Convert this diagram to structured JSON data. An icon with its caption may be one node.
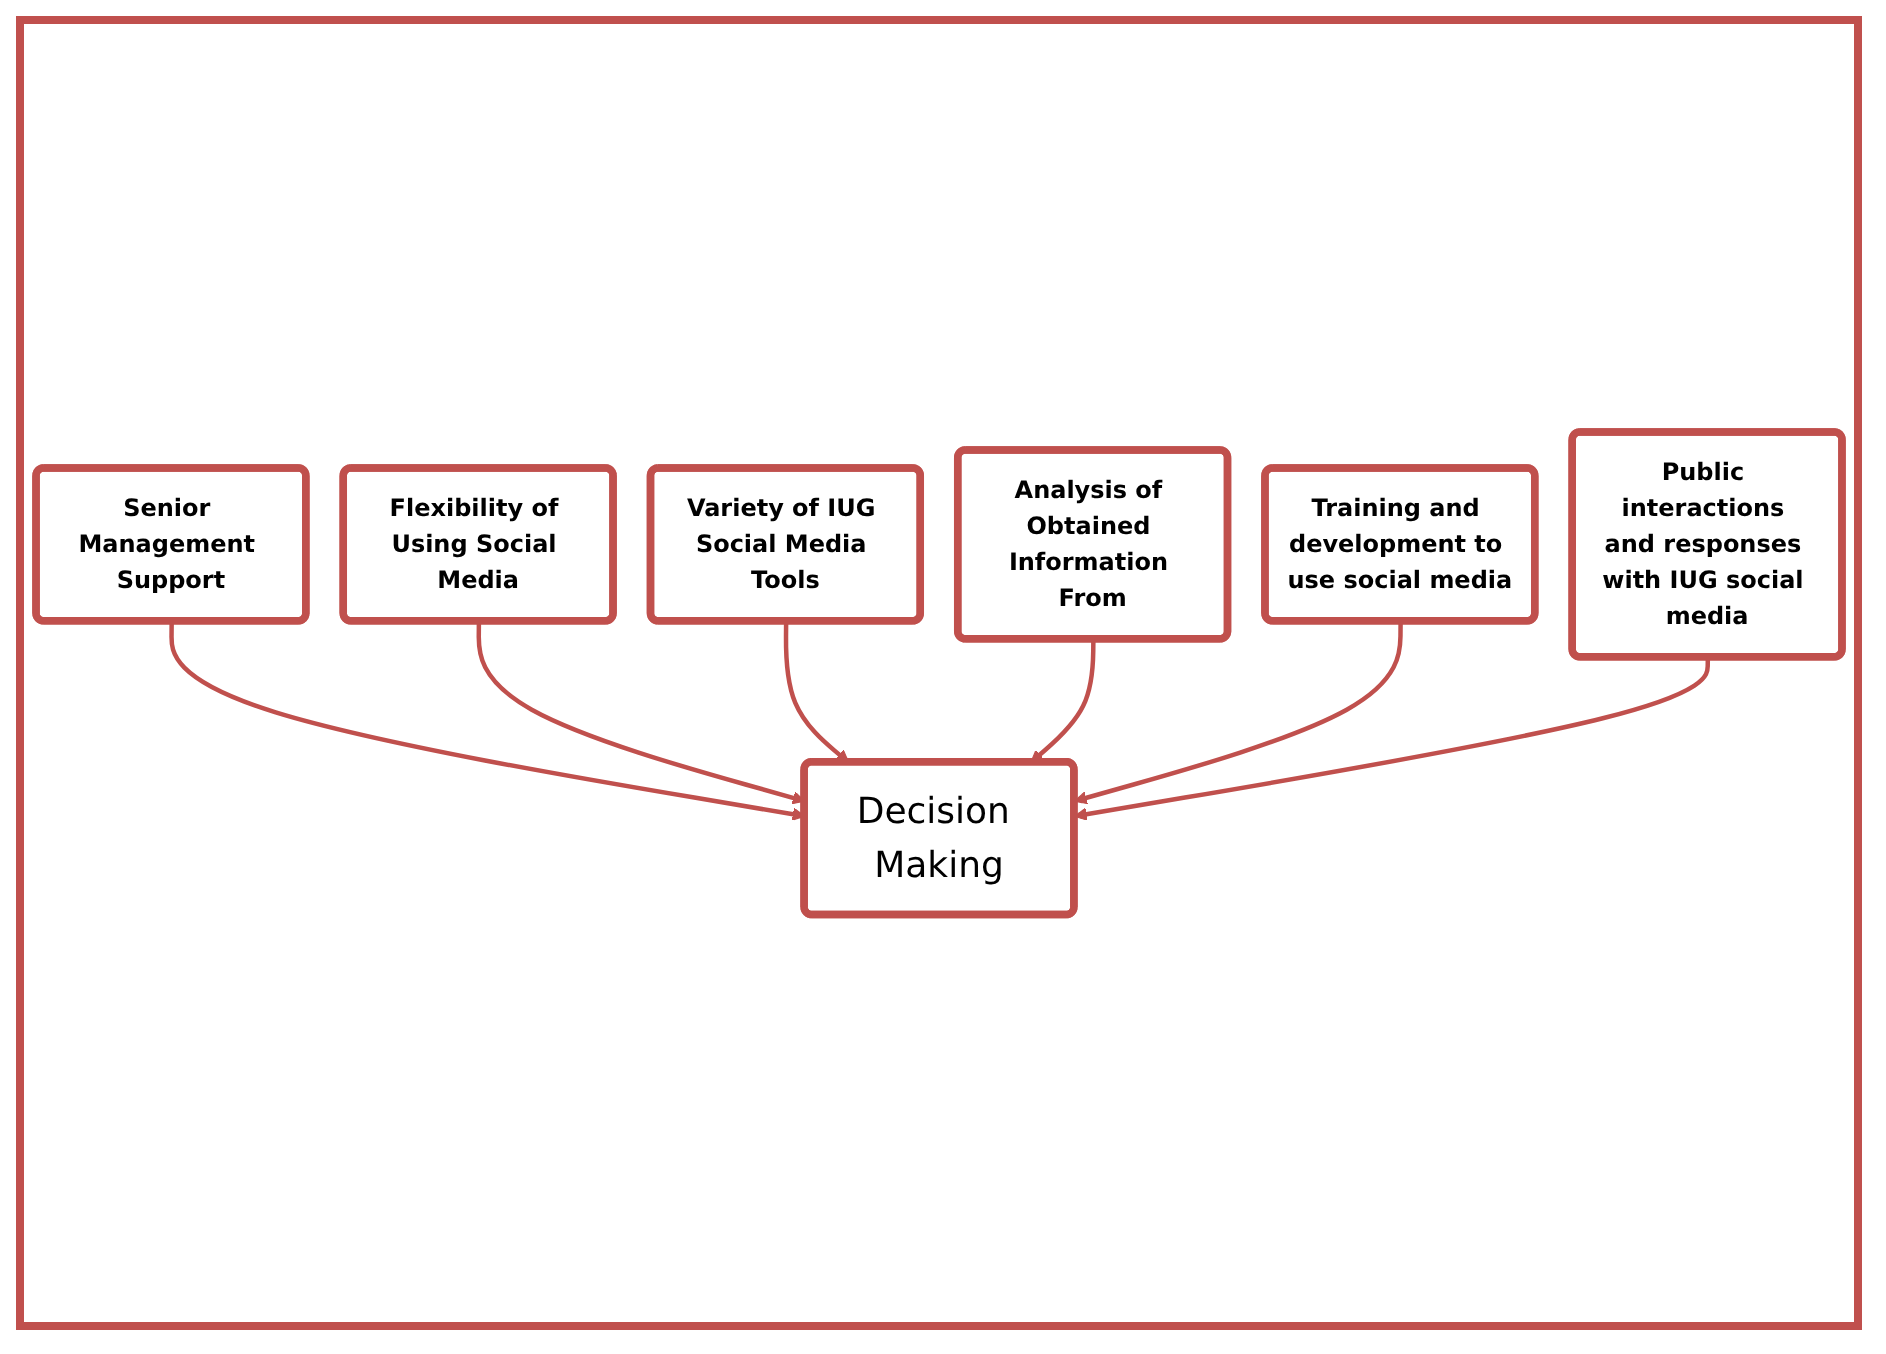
{
  "diagram": {
    "nodes": [
      {
        "text": [
          "Decision Making"
        ]
      },
      {
        "text": [
          "Senior Management Support"
        ]
      },
      {
        "text": [
          "Variety of IUG Social Media Tools"
        ]
      },
      {
        "text": [
          "Flexibility of Using Social Media"
        ]
      },
      {
        "text": [
          "Analysis of Obtained Information From"
        ]
      },
      {
        "text": [
          "Training and development to use social media"
        ]
      },
      {
        "text": [
          "Public interactions and responses with IUG social media"
        ]
      }
    ],
    "edges": [
      {
        "from": 1,
        "to": 0,
        "arrow": "to"
      },
      {
        "from": 3,
        "to": 0,
        "arrow": "to"
      },
      {
        "from": 2,
        "to": 0,
        "arrow": "to"
      },
      {
        "from": 4,
        "to": 0,
        "arrow": "to"
      },
      {
        "from": 5,
        "to": 0,
        "arrow": "to"
      },
      {
        "from": 6,
        "to": 0,
        "arrow": "to"
      }
    ]
  }
}
